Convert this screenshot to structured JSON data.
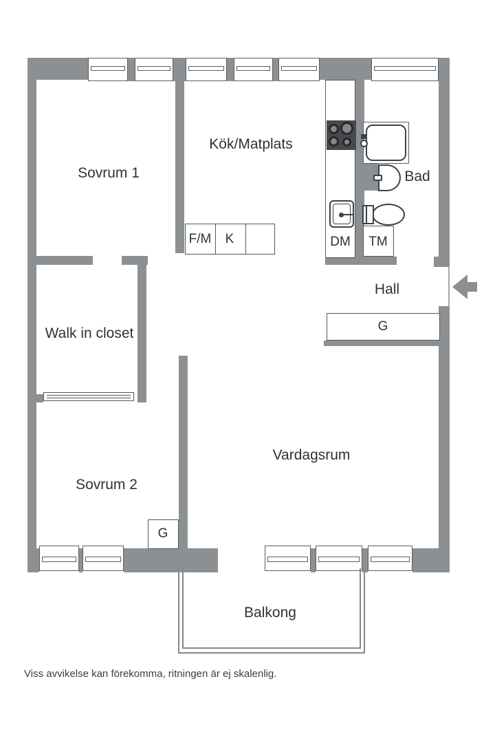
{
  "labels": {
    "sovrum1": "Sovrum 1",
    "kok": "Kök/Matplats",
    "bad": "Bad",
    "hall": "Hall",
    "walk_in_closet": "Walk in closet",
    "sovrum2": "Sovrum 2",
    "vardagsrum": "Vardagsrum",
    "balkong": "Balkong",
    "fm": "F/M",
    "k": "K",
    "dm": "DM",
    "tm": "TM",
    "g_hall": "G",
    "g_sovrum2": "G"
  },
  "footer": {
    "note": "Viss avvikelse kan förekomma, ritningen är ej skalenlig."
  },
  "icons": {
    "entrance_arrow": "left-arrow"
  },
  "colors": {
    "wall": "#8c9093",
    "outline": "#54575a",
    "fixture_outline": "#3e4144",
    "stove": "#47494c",
    "text": "#2f3133",
    "background": "#ffffff"
  }
}
